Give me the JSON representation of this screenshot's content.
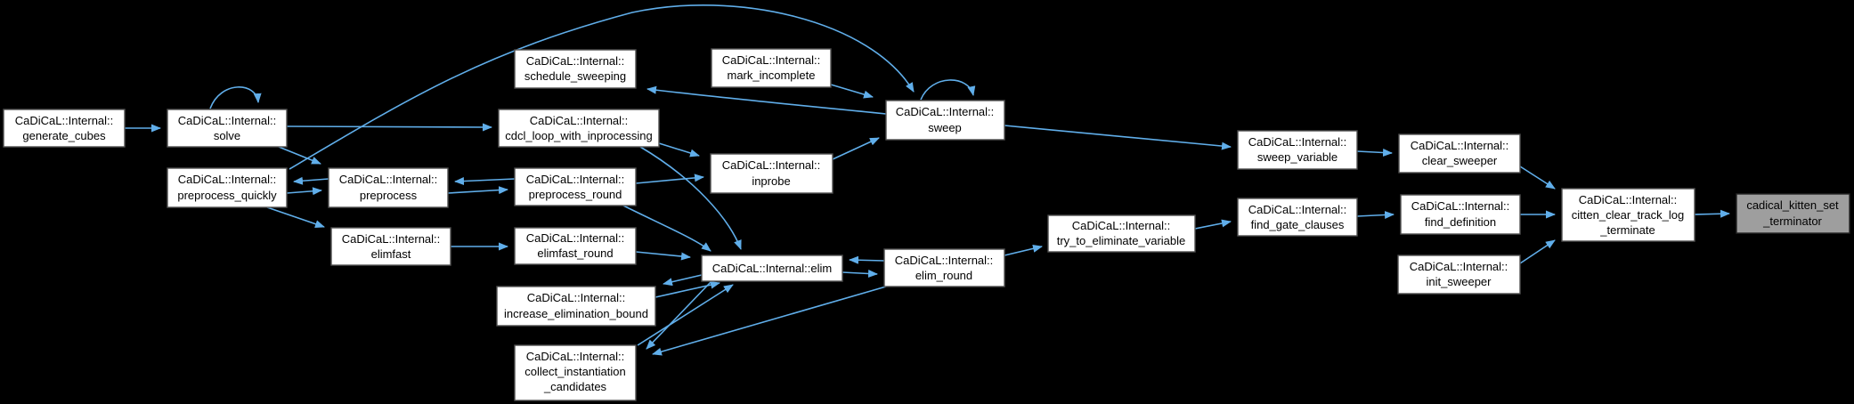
{
  "graph": {
    "highlighted_node": "cadical_kitten_set_terminator",
    "colors": {
      "background": "#000000",
      "node_fill": "#ffffff",
      "node_border": "#4f4f4f",
      "highlight_fill": "#9e9e9e",
      "highlight_border": "#262626",
      "edge": "#60aeea",
      "text": "#000000"
    },
    "edges": [
      {
        "from": "generate_cubes",
        "to": "solve"
      },
      {
        "from": "solve",
        "to": "solve"
      },
      {
        "from": "solve",
        "to": "cdcl_loop_with_inprocessing"
      },
      {
        "from": "solve",
        "to": "preprocess"
      },
      {
        "from": "preprocess",
        "to": "preprocess_quickly"
      },
      {
        "from": "preprocess_quickly",
        "to": "preprocess"
      },
      {
        "from": "preprocess_quickly",
        "to": "elimfast"
      },
      {
        "from": "preprocess_quickly",
        "to": "sweep"
      },
      {
        "from": "preprocess",
        "to": "preprocess_round"
      },
      {
        "from": "preprocess_round",
        "to": "preprocess"
      },
      {
        "from": "preprocess_round",
        "to": "inprobe"
      },
      {
        "from": "preprocess_round",
        "to": "elim"
      },
      {
        "from": "elimfast",
        "to": "elimfast_round"
      },
      {
        "from": "elimfast_round",
        "to": "elim"
      },
      {
        "from": "cdcl_loop_with_inprocessing",
        "to": "inprobe"
      },
      {
        "from": "cdcl_loop_with_inprocessing",
        "to": "elim"
      },
      {
        "from": "inprobe",
        "to": "sweep"
      },
      {
        "from": "mark_incomplete",
        "to": "sweep"
      },
      {
        "from": "schedule_sweeping",
        "to": "mark_incomplete"
      },
      {
        "from": "sweep",
        "to": "schedule_sweeping"
      },
      {
        "from": "sweep",
        "to": "sweep"
      },
      {
        "from": "sweep",
        "to": "sweep_variable"
      },
      {
        "from": "sweep_variable",
        "to": "clear_sweeper"
      },
      {
        "from": "clear_sweeper",
        "to": "citten_clear_track_log_terminate"
      },
      {
        "from": "elim_round",
        "to": "elim"
      },
      {
        "from": "elim",
        "to": "elim_round"
      },
      {
        "from": "elim",
        "to": "increase_elimination_bound"
      },
      {
        "from": "increase_elimination_bound",
        "to": "elim"
      },
      {
        "from": "elim",
        "to": "collect_instantiation_candidates"
      },
      {
        "from": "collect_instantiation_candidates",
        "to": "elim"
      },
      {
        "from": "elim_round",
        "to": "collect_instantiation_candidates"
      },
      {
        "from": "elim_round",
        "to": "try_to_eliminate_variable"
      },
      {
        "from": "try_to_eliminate_variable",
        "to": "find_gate_clauses"
      },
      {
        "from": "find_gate_clauses",
        "to": "find_definition"
      },
      {
        "from": "find_definition",
        "to": "citten_clear_track_log_terminate"
      },
      {
        "from": "init_sweeper",
        "to": "citten_clear_track_log_terminate"
      },
      {
        "from": "citten_clear_track_log_terminate",
        "to": "cadical_kitten_set_terminator"
      }
    ]
  },
  "nodes": {
    "generate_cubes": {
      "label": [
        "CaDiCaL::Internal::",
        "generate_cubes"
      ]
    },
    "solve": {
      "label": [
        "CaDiCaL::Internal::",
        "solve"
      ]
    },
    "preprocess_quickly": {
      "label": [
        "CaDiCaL::Internal::",
        "preprocess_quickly"
      ]
    },
    "preprocess": {
      "label": [
        "CaDiCaL::Internal::",
        "preprocess"
      ]
    },
    "elimfast": {
      "label": [
        "CaDiCaL::Internal::",
        "elimfast"
      ]
    },
    "cdcl_loop_with_inprocessing": {
      "label": [
        "CaDiCaL::Internal::",
        "cdcl_loop_with_inprocessing"
      ]
    },
    "schedule_sweeping": {
      "label": [
        "CaDiCaL::Internal::",
        "schedule_sweeping"
      ]
    },
    "preprocess_round": {
      "label": [
        "CaDiCaL::Internal::",
        "preprocess_round"
      ]
    },
    "elimfast_round": {
      "label": [
        "CaDiCaL::Internal::",
        "elimfast_round"
      ]
    },
    "increase_elimination_bound": {
      "label": [
        "CaDiCaL::Internal::",
        "increase_elimination_bound"
      ]
    },
    "collect_instantiation_candidates": {
      "label": [
        "CaDiCaL::Internal::",
        "collect_instantiation",
        "_candidates"
      ]
    },
    "mark_incomplete": {
      "label": [
        "CaDiCaL::Internal::",
        "mark_incomplete"
      ]
    },
    "inprobe": {
      "label": [
        "CaDiCaL::Internal::",
        "inprobe"
      ]
    },
    "elim": {
      "label": [
        "CaDiCaL::Internal::elim"
      ]
    },
    "sweep": {
      "label": [
        "CaDiCaL::Internal::",
        "sweep"
      ]
    },
    "elim_round": {
      "label": [
        "CaDiCaL::Internal::",
        "elim_round"
      ]
    },
    "try_to_eliminate_variable": {
      "label": [
        "CaDiCaL::Internal::",
        "try_to_eliminate_variable"
      ]
    },
    "sweep_variable": {
      "label": [
        "CaDiCaL::Internal::",
        "sweep_variable"
      ]
    },
    "find_gate_clauses": {
      "label": [
        "CaDiCaL::Internal::",
        "find_gate_clauses"
      ]
    },
    "clear_sweeper": {
      "label": [
        "CaDiCaL::Internal::",
        "clear_sweeper"
      ]
    },
    "find_definition": {
      "label": [
        "CaDiCaL::Internal::",
        "find_definition"
      ]
    },
    "init_sweeper": {
      "label": [
        "CaDiCaL::Internal::",
        "init_sweeper"
      ]
    },
    "citten_clear_track_log_terminate": {
      "label": [
        "CaDiCaL::Internal::",
        "citten_clear_track_log",
        "_terminate"
      ]
    },
    "cadical_kitten_set_terminator": {
      "label": [
        "cadical_kitten_set",
        "_terminator"
      ]
    }
  }
}
